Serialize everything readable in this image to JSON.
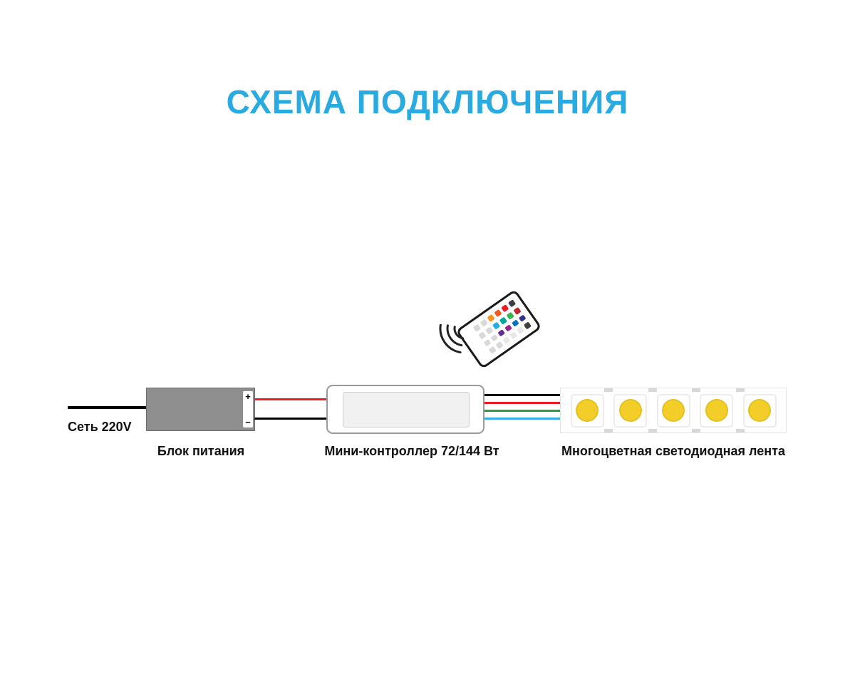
{
  "title": "СХЕМА ПОДКЛЮЧЕНИЯ",
  "title_color": "#29abe2",
  "labels": {
    "mains": "Сеть 220V",
    "psu": "Блок питания",
    "controller": "Мини-контроллер 72/144 Вт",
    "strip": "Многоцветная светодиодная лента"
  },
  "psu": {
    "terminal_plus": "+",
    "terminal_minus": "−"
  },
  "wires": {
    "mains": "#000000",
    "psu_to_controller": [
      "#ed1c24",
      "#000000"
    ],
    "controller_to_strip": [
      "#000000",
      "#ed1c24",
      "#2e9b44",
      "#35aee2"
    ]
  },
  "strip": {
    "led_count": 5,
    "led_color": "#f3cd28"
  },
  "remote": {
    "buttons": [
      [
        "#3f3f3f",
        "#c1272d",
        "#2e3192",
        "#3f3f3f"
      ],
      [
        "#ed1c24",
        "#39b54a",
        "#0071bc",
        "#e8e8e8"
      ],
      [
        "#f15a24",
        "#00a99d",
        "#93278f",
        "#e8e8e8"
      ],
      [
        "#f7931e",
        "#29abe2",
        "#662d91",
        "#e8e8e8"
      ],
      [
        "#d9d9d9",
        "#d9d9d9",
        "#d9d9d9",
        "#d9d9d9"
      ],
      [
        "#d9d9d9",
        "#d9d9d9",
        "#d9d9d9",
        "#d9d9d9"
      ]
    ]
  }
}
